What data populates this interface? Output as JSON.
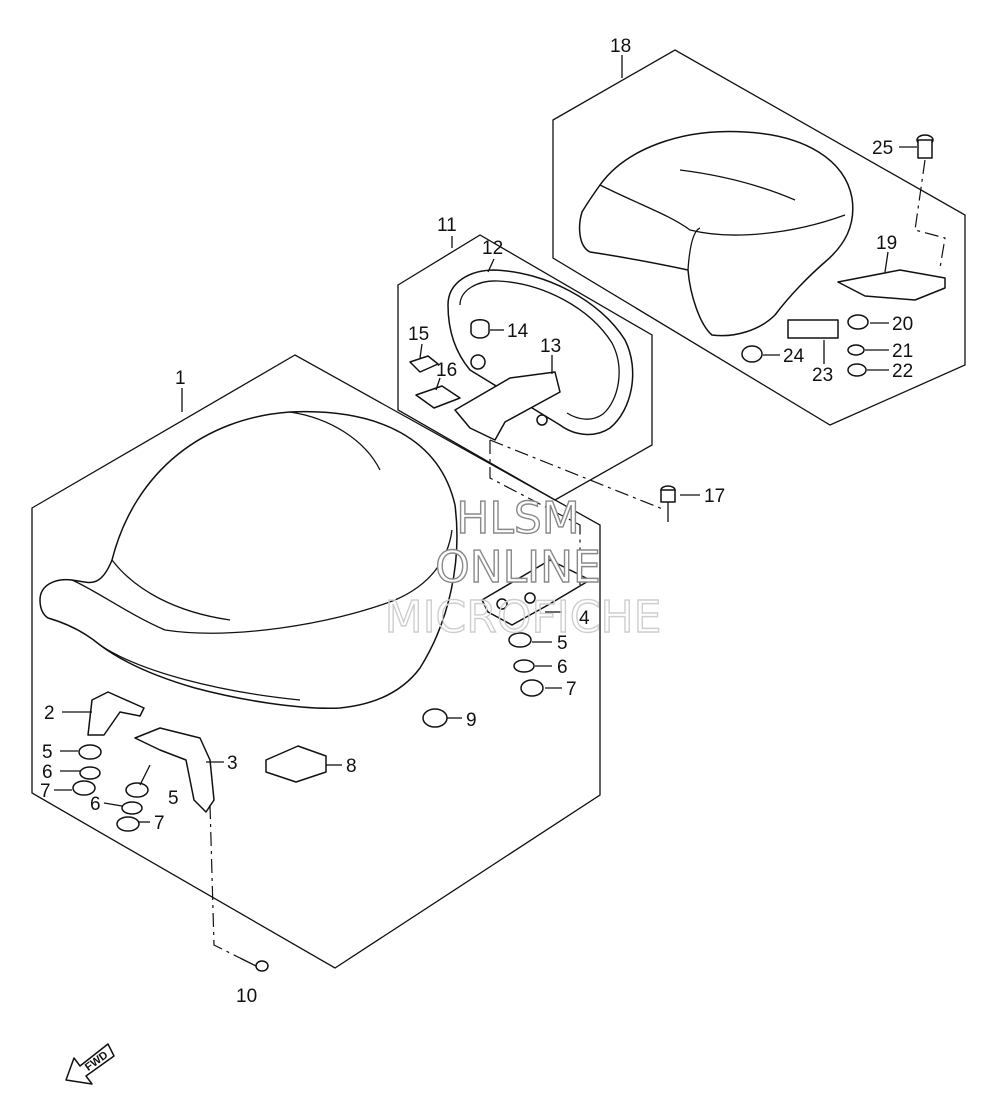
{
  "callouts": [
    "1",
    "2",
    "3",
    "4",
    "5",
    "6",
    "7",
    "5",
    "6",
    "7",
    "5",
    "6",
    "7",
    "8",
    "9",
    "10",
    "11",
    "12",
    "13",
    "14",
    "15",
    "16",
    "17",
    "18",
    "19",
    "20",
    "21",
    "22",
    "23",
    "24",
    "25"
  ],
  "watermark": {
    "line1": "HLSM",
    "line2": "ONLINE",
    "line3": "MICROFICHE"
  },
  "fwd_label": "FWD"
}
